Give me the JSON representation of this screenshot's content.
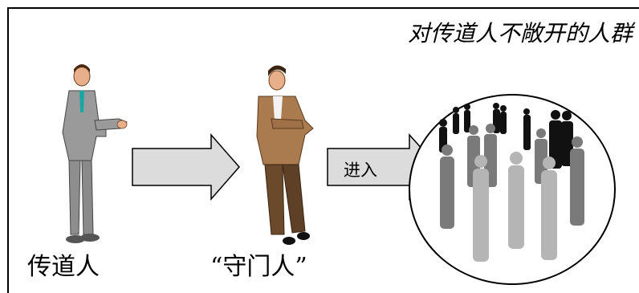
{
  "diagram": {
    "title": "对传道人不敞开的人群",
    "left_caption": "传道人",
    "middle_caption": "“守门人”",
    "arrow_label": "进入"
  },
  "colors": {
    "border": "#000000",
    "arrow_fill": "#dcdcdc",
    "crowd_dark": "#111111",
    "crowd_mid": "#7a7a7a",
    "crowd_light": "#b5b5b5"
  },
  "icons": [
    "businessman-figure",
    "gatekeeper-figure",
    "crowd-circle"
  ]
}
